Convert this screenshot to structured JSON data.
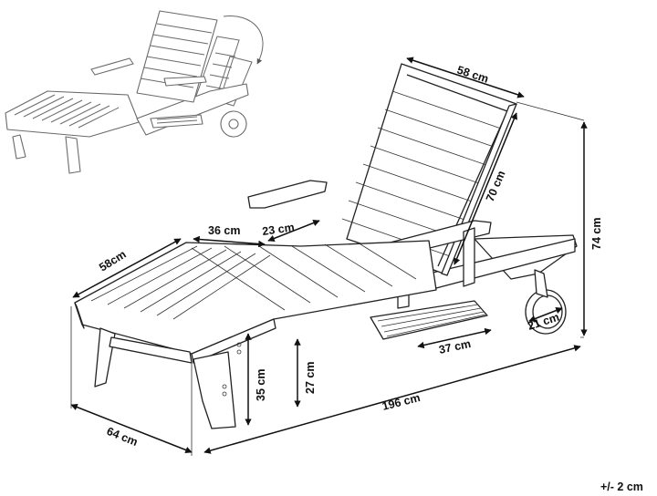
{
  "dimensions": {
    "backrest_width": "58 cm",
    "backrest_height": "70 cm",
    "seat_front_width": "58cm",
    "seat_front_section": "36 cm",
    "seat_hinge_section": "23 cm",
    "side_tray_width": "37 cm",
    "wheel_diameter": "21 cm",
    "total_height": "74 cm",
    "seat_height": "35 cm",
    "leg_clearance": "27 cm",
    "total_length": "196 cm",
    "total_width": "64 cm"
  },
  "tolerance": "+/- 2 cm",
  "icons": {
    "inset": "reclining-lounger-icon",
    "arrow": "recline-arrow-icon"
  }
}
